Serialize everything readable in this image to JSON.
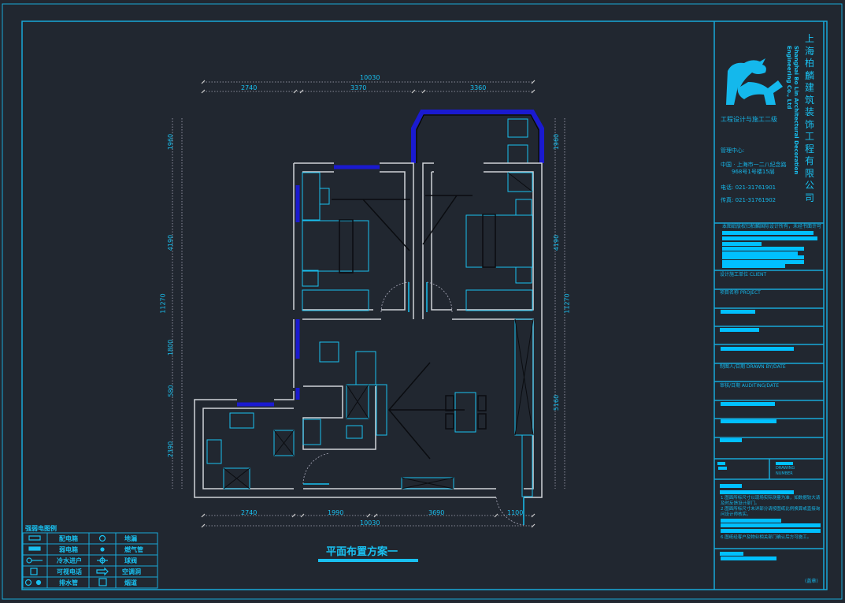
{
  "drawing": {
    "title": "平面布置方案一",
    "dimensions": {
      "top_total": "10030",
      "top_segments": [
        "2740",
        "3370",
        "3360"
      ],
      "bottom_total": "10030",
      "bottom_segments": [
        "2740",
        "1990",
        "3690",
        "1100"
      ],
      "left": [
        "1960",
        "4190",
        "11270",
        "1800",
        "580",
        "2390"
      ],
      "right": [
        "1960",
        "4190",
        "11270",
        "5160"
      ]
    }
  },
  "legend": {
    "title": "强弱电图例",
    "items": [
      {
        "label": "配电箱",
        "icon": "distribution-box-icon"
      },
      {
        "label": "地漏",
        "icon": "floor-drain-icon"
      },
      {
        "label": "弱电箱",
        "icon": "weak-current-box-icon"
      },
      {
        "label": "燃气管",
        "icon": "gas-pipe-icon"
      },
      {
        "label": "冷水进户",
        "icon": "cold-water-inlet-icon"
      },
      {
        "label": "球阀",
        "icon": "ball-valve-icon"
      },
      {
        "label": "可视电话",
        "icon": "video-phone-icon"
      },
      {
        "label": "空调洞",
        "icon": "ac-hole-icon"
      },
      {
        "label": "排水管",
        "icon": "drain-pipe-icon"
      },
      {
        "label": "烟道",
        "icon": "flue-icon"
      }
    ]
  },
  "title_block": {
    "company_cn": "上海柏麟建筑装饰工程有限公司",
    "company_en_1": "Shanghai Bo Lin Architectural Decoration",
    "company_en_2": "Engineering Co., Ltd",
    "qualification": "工程设计与施工二级",
    "center_label": "管理中心:",
    "address_1": "中国 · 上海市一二八纪念路",
    "address_2": "968号1号楼15层",
    "phone": "电话:  021-31761901",
    "fax": "传真:  021-31761902",
    "copyright": "本图纸版权归柏麟国际设计所有，未经书面许可",
    "client_label": "设计施工单位 CLIENT",
    "project_label": "项目名称 PROJECT",
    "drawn_label": "制图人/日期 DRAWN BY/DATE",
    "audit_label": "审核/日期 AUDITING/DATE",
    "drawing_no_1": "DRAWING",
    "drawing_no_2": "NUMBER",
    "note_1": "1.图面所标尺寸以现场实际测量为准，如数据较大请及时反馈设计部门。",
    "note_2": "2.图面所标尺寸未详部分请按图纸比例换算或直接询问设计师核实。",
    "note_6": "6.图纸经客户及物业相关部门确认后方可施工。",
    "seal": "(盖章)"
  },
  "colors": {
    "background": "#212730",
    "cyan": "#19c0f0",
    "wall": "#d0d4d8",
    "window_blue": "#1a1ad0"
  }
}
